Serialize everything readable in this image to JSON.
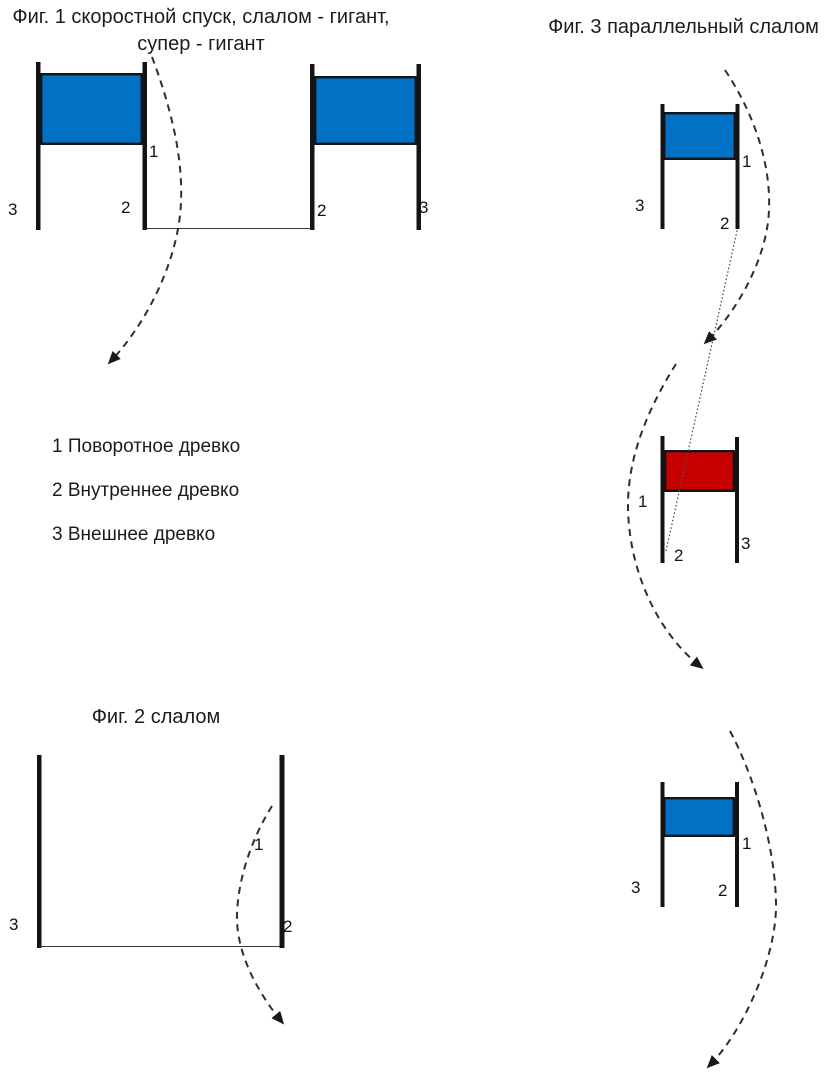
{
  "figure1": {
    "title_line1": "Фиг. 1 скоростной спуск, слалом - гигант,",
    "title_line2": "супер - гигант"
  },
  "figure2": {
    "title": "Фиг. 2 слалом"
  },
  "figure3": {
    "title": "Фиг. 3 параллельный слалом"
  },
  "legend": {
    "items": [
      "1 Поворотное древко",
      "2 Внутреннее древко",
      "3 Внешнее древко"
    ]
  },
  "pole_labels": {
    "turning": "1",
    "inner": "2",
    "outer": "3"
  },
  "colors": {
    "flag_blue": "#0071C5",
    "flag_red": "#C80000",
    "pole": "#141414",
    "path_dash": "#2E2E2E"
  }
}
